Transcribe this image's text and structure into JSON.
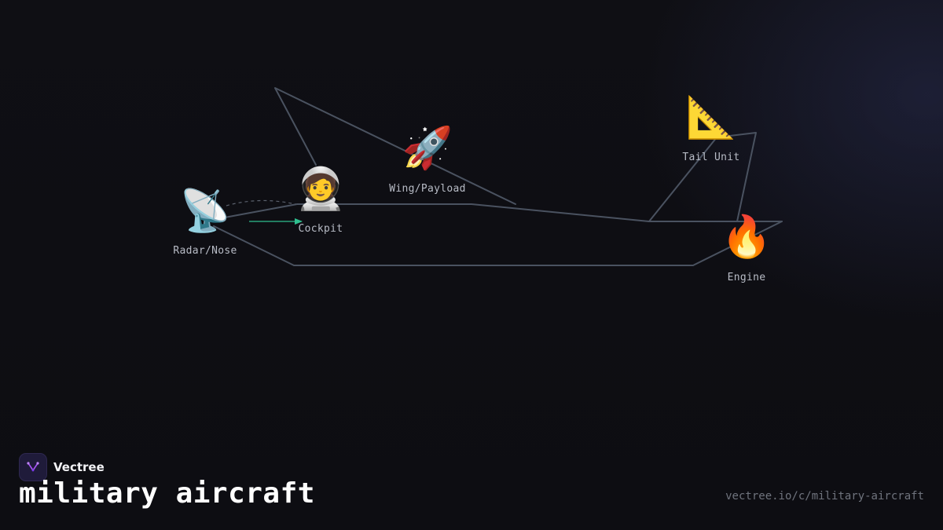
{
  "diagram": {
    "nodes": [
      {
        "id": "radar",
        "icon": "satellite-antenna-icon",
        "glyph": "📡",
        "label": "Radar/Nose"
      },
      {
        "id": "cockpit",
        "icon": "astronaut-icon",
        "glyph": "🧑‍🚀",
        "label": "Cockpit"
      },
      {
        "id": "wing",
        "icon": "rocket-icon",
        "glyph": "🚀",
        "label": "Wing/Payload"
      },
      {
        "id": "tail",
        "icon": "triangular-ruler-icon",
        "glyph": "📐",
        "label": "Tail Unit"
      },
      {
        "id": "engine",
        "icon": "fire-icon",
        "glyph": "🔥",
        "label": "Engine"
      }
    ],
    "colors": {
      "outline": "#4a5260",
      "arrow": "#2fbf8f",
      "label": "#b8bcc6"
    }
  },
  "brand": {
    "name": "Vectree",
    "logo_icon": "vectree-logo-icon",
    "accent": "#a855f7"
  },
  "footer": {
    "title": "military aircraft",
    "url": "vectree.io/c/military-aircraft"
  }
}
